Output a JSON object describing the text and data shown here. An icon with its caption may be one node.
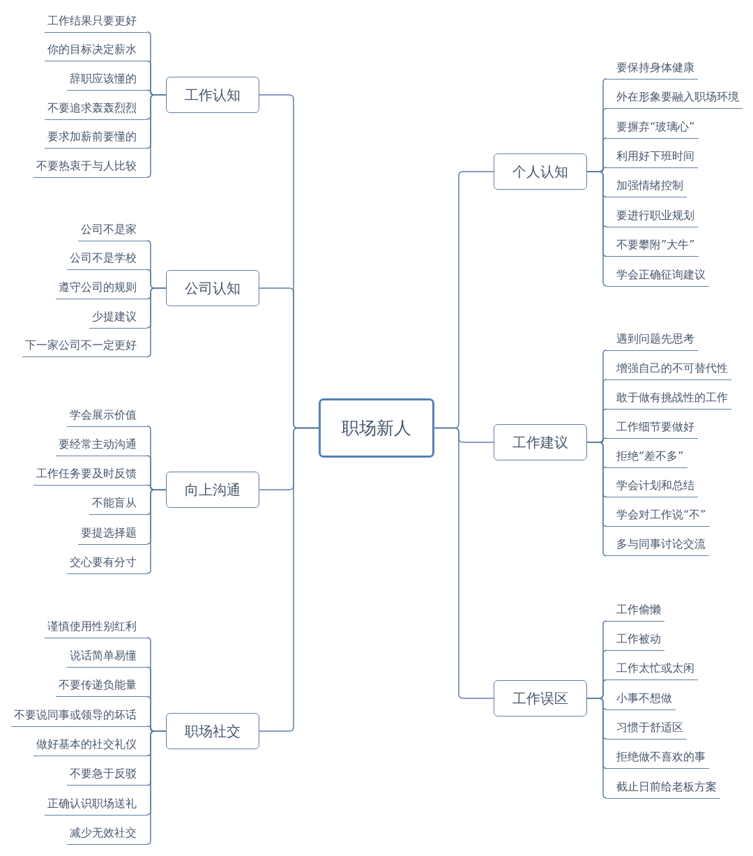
{
  "diagram": {
    "nodes": [
      {
        "text": [
          "职场新人"
        ]
      },
      {
        "text": [
          "工作认知"
        ]
      },
      {
        "text": [
          "工作结果只要更好"
        ]
      },
      {
        "text": [
          "你的目标决定薪水"
        ]
      },
      {
        "text": [
          "辞职应该懂的"
        ]
      },
      {
        "text": [
          "不要追求轰轰烈烈"
        ]
      },
      {
        "text": [
          "要求加薪前要懂的"
        ]
      },
      {
        "text": [
          "不要热衷于与人比较"
        ]
      },
      {
        "text": [
          "公司认知"
        ]
      },
      {
        "text": [
          "公司不是家"
        ]
      },
      {
        "text": [
          "公司不是学校"
        ]
      },
      {
        "text": [
          "遵守公司的规则"
        ]
      },
      {
        "text": [
          "少提建议"
        ]
      },
      {
        "text": [
          "下一家公司不一定更好"
        ]
      },
      {
        "text": [
          "向上沟通"
        ]
      },
      {
        "text": [
          "学会展示价值"
        ]
      },
      {
        "text": [
          "要经常主动沟通"
        ]
      },
      {
        "text": [
          "工作任务要及时反馈"
        ]
      },
      {
        "text": [
          "不能盲从"
        ]
      },
      {
        "text": [
          "要提选择题"
        ]
      },
      {
        "text": [
          "交心要有分寸"
        ]
      },
      {
        "text": [
          "职场社交"
        ]
      },
      {
        "text": [
          "谨慎使用性别红利"
        ]
      },
      {
        "text": [
          "说话简单易懂"
        ]
      },
      {
        "text": [
          "不要传递负能量"
        ]
      },
      {
        "text": [
          "不要说同事或领导的坏话"
        ]
      },
      {
        "text": [
          "做好基本的社交礼仪"
        ]
      },
      {
        "text": [
          "不要急于反驳"
        ]
      },
      {
        "text": [
          "正确认识职场送礼"
        ]
      },
      {
        "text": [
          "减少无效社交"
        ]
      },
      {
        "text": [
          "个人认知"
        ]
      },
      {
        "text": [
          "要保持身体健康"
        ]
      },
      {
        "text": [
          "外在形象要融入职场环境"
        ]
      },
      {
        "text": [
          "要摒弃“玻璃心”"
        ]
      },
      {
        "text": [
          "利用好下班时间"
        ]
      },
      {
        "text": [
          "加强情绪控制"
        ]
      },
      {
        "text": [
          "要进行职业规划"
        ]
      },
      {
        "text": [
          "不要攀附”大牛”"
        ]
      },
      {
        "text": [
          "学会正确征询建议"
        ]
      },
      {
        "text": [
          "工作建议"
        ]
      },
      {
        "text": [
          "遇到问题先思考"
        ]
      },
      {
        "text": [
          "增强自己的不可替代性"
        ]
      },
      {
        "text": [
          "敢于做有挑战性的工作"
        ]
      },
      {
        "text": [
          "工作细节要做好"
        ]
      },
      {
        "text": [
          "拒绝“差不多”"
        ]
      },
      {
        "text": [
          "学会计划和总结"
        ]
      },
      {
        "text": [
          "学会对工作说“不”"
        ]
      },
      {
        "text": [
          "多与同事讨论交流"
        ]
      },
      {
        "text": [
          "工作误区"
        ]
      },
      {
        "text": [
          "工作偷懒"
        ]
      },
      {
        "text": [
          "工作被动"
        ]
      },
      {
        "text": [
          "工作太忙或太闲"
        ]
      },
      {
        "text": [
          "小事不想做"
        ]
      },
      {
        "text": [
          "习惯于舒适区"
        ]
      },
      {
        "text": [
          "拒绝做不喜欢的事"
        ]
      },
      {
        "text": [
          "截止日前给老板方案"
        ]
      }
    ],
    "edges": [
      {
        "from": 0,
        "to": 1,
        "arrow": "none"
      },
      {
        "from": 0,
        "to": 8,
        "arrow": "none"
      },
      {
        "from": 0,
        "to": 14,
        "arrow": "none"
      },
      {
        "from": 0,
        "to": 21,
        "arrow": "none"
      },
      {
        "from": 0,
        "to": 30,
        "arrow": "none"
      },
      {
        "from": 0,
        "to": 39,
        "arrow": "none"
      },
      {
        "from": 0,
        "to": 48,
        "arrow": "none"
      },
      {
        "from": 1,
        "to": 2,
        "arrow": "none"
      },
      {
        "from": 1,
        "to": 3,
        "arrow": "none"
      },
      {
        "from": 1,
        "to": 4,
        "arrow": "none"
      },
      {
        "from": 1,
        "to": 5,
        "arrow": "none"
      },
      {
        "from": 1,
        "to": 6,
        "arrow": "none"
      },
      {
        "from": 1,
        "to": 7,
        "arrow": "none"
      },
      {
        "from": 8,
        "to": 9,
        "arrow": "none"
      },
      {
        "from": 8,
        "to": 10,
        "arrow": "none"
      },
      {
        "from": 8,
        "to": 11,
        "arrow": "none"
      },
      {
        "from": 8,
        "to": 12,
        "arrow": "none"
      },
      {
        "from": 8,
        "to": 13,
        "arrow": "none"
      },
      {
        "from": 14,
        "to": 15,
        "arrow": "none"
      },
      {
        "from": 14,
        "to": 16,
        "arrow": "none"
      },
      {
        "from": 14,
        "to": 17,
        "arrow": "none"
      },
      {
        "from": 14,
        "to": 18,
        "arrow": "none"
      },
      {
        "from": 14,
        "to": 19,
        "arrow": "none"
      },
      {
        "from": 14,
        "to": 20,
        "arrow": "none"
      },
      {
        "from": 21,
        "to": 22,
        "arrow": "none"
      },
      {
        "from": 21,
        "to": 23,
        "arrow": "none"
      },
      {
        "from": 21,
        "to": 24,
        "arrow": "none"
      },
      {
        "from": 21,
        "to": 25,
        "arrow": "none"
      },
      {
        "from": 21,
        "to": 26,
        "arrow": "none"
      },
      {
        "from": 21,
        "to": 27,
        "arrow": "none"
      },
      {
        "from": 21,
        "to": 28,
        "arrow": "none"
      },
      {
        "from": 21,
        "to": 29,
        "arrow": "none"
      },
      {
        "from": 30,
        "to": 31,
        "arrow": "none"
      },
      {
        "from": 30,
        "to": 32,
        "arrow": "none"
      },
      {
        "from": 30,
        "to": 33,
        "arrow": "none"
      },
      {
        "from": 30,
        "to": 34,
        "arrow": "none"
      },
      {
        "from": 30,
        "to": 35,
        "arrow": "none"
      },
      {
        "from": 30,
        "to": 36,
        "arrow": "none"
      },
      {
        "from": 30,
        "to": 37,
        "arrow": "none"
      },
      {
        "from": 30,
        "to": 38,
        "arrow": "none"
      },
      {
        "from": 39,
        "to": 40,
        "arrow": "none"
      },
      {
        "from": 39,
        "to": 41,
        "arrow": "none"
      },
      {
        "from": 39,
        "to": 42,
        "arrow": "none"
      },
      {
        "from": 39,
        "to": 43,
        "arrow": "none"
      },
      {
        "from": 39,
        "to": 44,
        "arrow": "none"
      },
      {
        "from": 39,
        "to": 45,
        "arrow": "none"
      },
      {
        "from": 39,
        "to": 46,
        "arrow": "none"
      },
      {
        "from": 39,
        "to": 47,
        "arrow": "none"
      },
      {
        "from": 48,
        "to": 49,
        "arrow": "none"
      },
      {
        "from": 48,
        "to": 50,
        "arrow": "none"
      },
      {
        "from": 48,
        "to": 51,
        "arrow": "none"
      },
      {
        "from": 48,
        "to": 52,
        "arrow": "none"
      },
      {
        "from": 48,
        "to": 53,
        "arrow": "none"
      },
      {
        "from": 48,
        "to": 54,
        "arrow": "none"
      },
      {
        "from": 48,
        "to": 55,
        "arrow": "none"
      }
    ]
  }
}
